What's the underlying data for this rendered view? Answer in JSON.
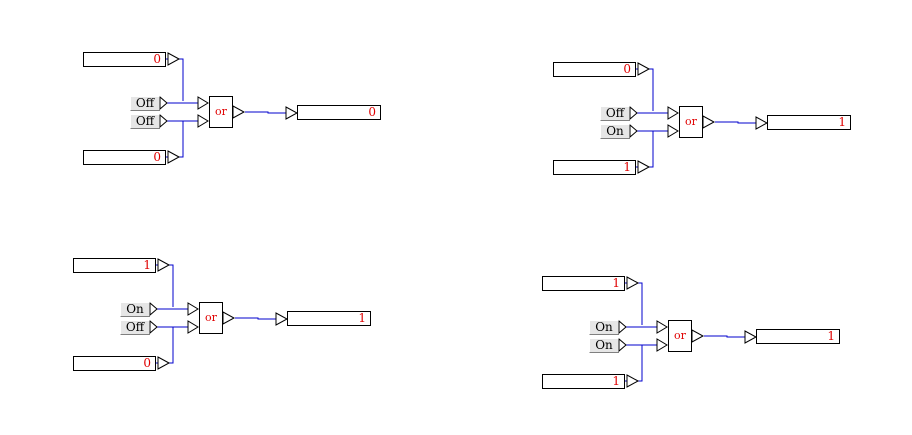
{
  "circuits": [
    {
      "input_a": "Off",
      "input_b": "Off",
      "probe_a": "0",
      "probe_b": "0",
      "gate": "or",
      "output": "0"
    },
    {
      "input_a": "Off",
      "input_b": "On",
      "probe_a": "0",
      "probe_b": "1",
      "gate": "or",
      "output": "1"
    },
    {
      "input_a": "On",
      "input_b": "Off",
      "probe_a": "1",
      "probe_b": "0",
      "gate": "or",
      "output": "1"
    },
    {
      "input_a": "On",
      "input_b": "On",
      "probe_a": "1",
      "probe_b": "1",
      "gate": "or",
      "output": "1"
    }
  ],
  "colors": {
    "wire": "#0000cc",
    "value_text": "#e00000"
  }
}
